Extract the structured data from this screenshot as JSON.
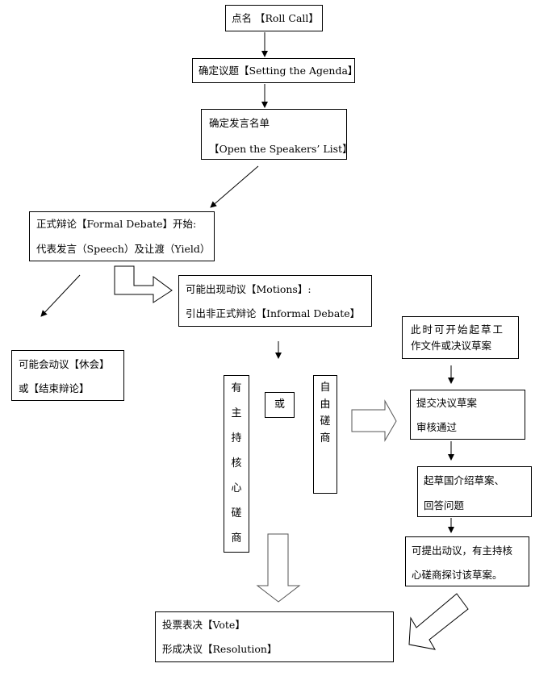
{
  "title": "Model UN Procedure Flowchart",
  "nodes": {
    "roll_call": {
      "text": "点名 【Roll Call】"
    },
    "agenda": {
      "text": "确定议题【Setting the Agenda】"
    },
    "speakers_list": {
      "line1": "确定发言名单",
      "line2": "【Open the Speakers’ List】"
    },
    "formal_debate": {
      "line1": "正式辩论【Formal Debate】开始:",
      "line2": "代表发言（Speech）及让渡（Yield）"
    },
    "motions": {
      "line1": "可能出现动议【Motions】:",
      "line2": "引出非正式辩论【Informal Debate】"
    },
    "suspend": {
      "line1": "可能会动议【休会】",
      "line2": "或【结束辩论】"
    },
    "moderated_caucus": {
      "chars": [
        "有",
        "主",
        "持",
        "核",
        "心",
        "磋",
        "商"
      ]
    },
    "or_label": {
      "text": "或"
    },
    "unmoderated_caucus": {
      "chars": [
        "自",
        "由",
        "磋",
        "商"
      ]
    },
    "drafting": {
      "line1": "此时可开始起草工",
      "line2": "作文件或决议草案"
    },
    "submit_draft": {
      "line1": "提交决议草案",
      "line2": "审核通过"
    },
    "sponsor_intro": {
      "line1": "起草国介绍草案、",
      "line2": "回答问题"
    },
    "discuss_draft": {
      "line1": "可提出动议，有主持核",
      "line2": "心磋商探讨该草案。"
    },
    "vote": {
      "line1": "投票表决【Vote】",
      "line2": "形成决议【Resolution】"
    }
  },
  "connectors": [
    {
      "from": "roll_call",
      "to": "agenda",
      "style": "arrow"
    },
    {
      "from": "agenda",
      "to": "speakers_list",
      "style": "arrow"
    },
    {
      "from": "speakers_list",
      "to": "formal_debate",
      "style": "arrow"
    },
    {
      "from": "formal_debate",
      "to": "suspend",
      "style": "arrow"
    },
    {
      "from": "formal_debate",
      "to": "motions",
      "style": "block-arrow"
    },
    {
      "from": "motions",
      "to": "caucus",
      "style": "arrow"
    },
    {
      "from": "unmoderated_caucus",
      "to": "submit_draft",
      "style": "block-arrow"
    },
    {
      "from": "drafting",
      "to": "submit_draft",
      "style": "arrow"
    },
    {
      "from": "submit_draft",
      "to": "sponsor_intro",
      "style": "arrow"
    },
    {
      "from": "sponsor_intro",
      "to": "discuss_draft",
      "style": "arrow"
    },
    {
      "from": "moderated_caucus",
      "to": "vote",
      "style": "block-arrow"
    },
    {
      "from": "discuss_draft",
      "to": "vote",
      "style": "block-arrow"
    }
  ]
}
